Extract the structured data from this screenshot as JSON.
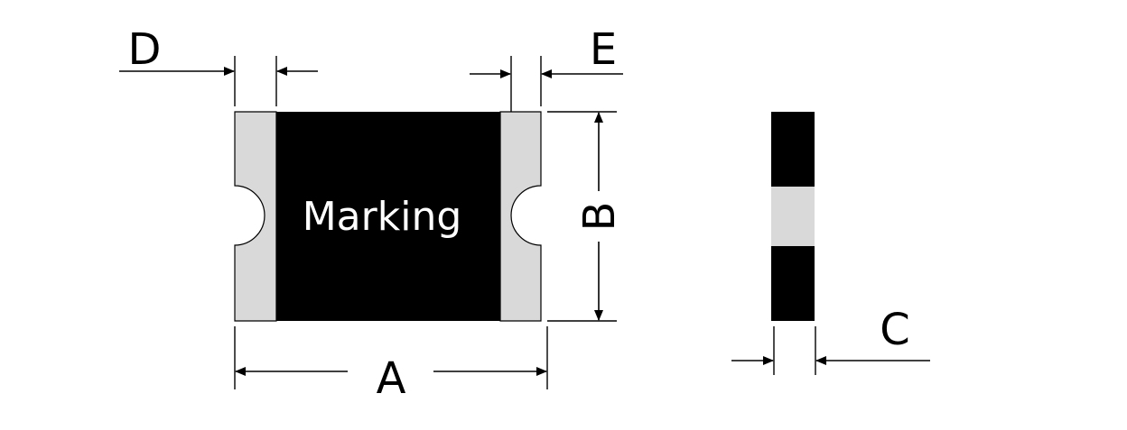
{
  "component": {
    "marking_text": "Marking",
    "colors": {
      "body": "#000000",
      "terminal": "#d9d9d9",
      "side_band": "#d9d9d9",
      "line": "#000000",
      "background": "#ffffff"
    }
  },
  "dimensions": {
    "A": "A",
    "B": "B",
    "C": "C",
    "D": "D",
    "E": "E"
  }
}
